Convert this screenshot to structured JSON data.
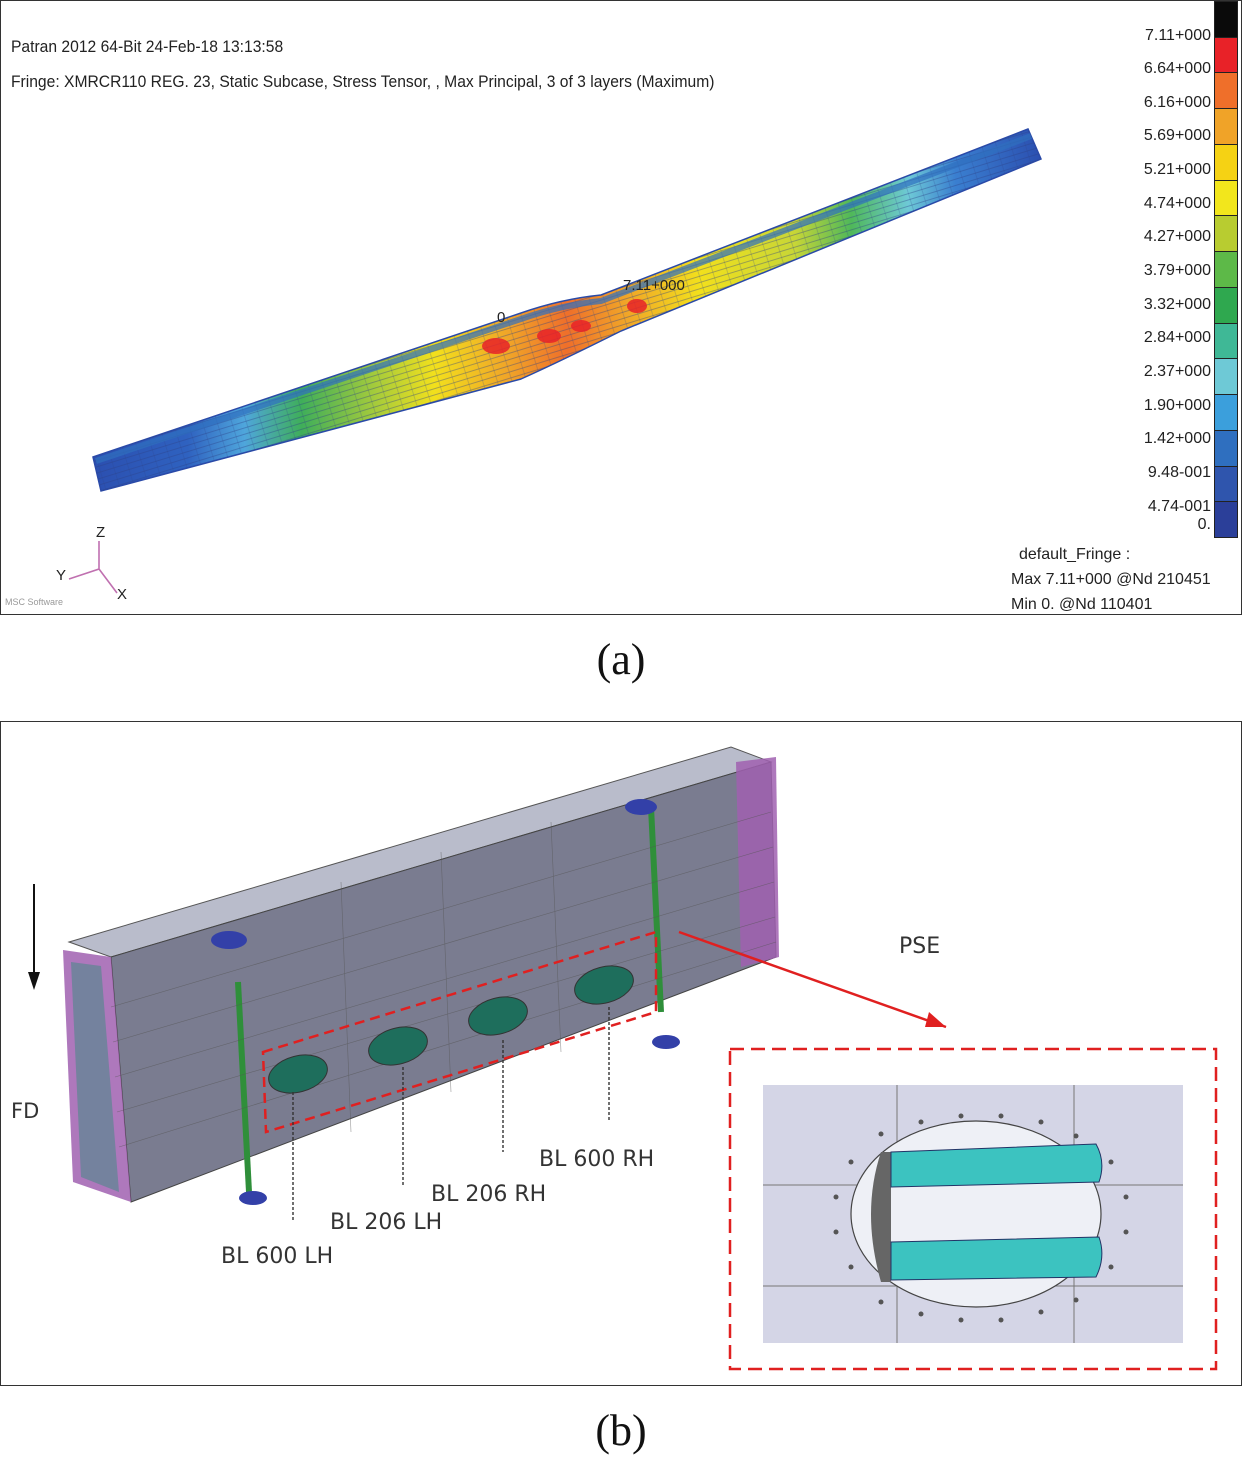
{
  "figure_a": {
    "caption": "(a)",
    "header_line1": "Patran 2012 64-Bit 24-Feb-18 13:13:58",
    "header_line2": "Fringe: XMRCR110  REG.  23, Static Subcase, Stress Tensor, , Max Principal, 3 of 3 layers (Maximum)",
    "model_labels": {
      "min_marker": "0",
      "max_marker": "7.11+000"
    },
    "legend": {
      "values": [
        "7.11+000",
        "6.64+000",
        "6.16+000",
        "5.69+000",
        "5.21+000",
        "4.74+000",
        "4.27+000",
        "3.79+000",
        "3.32+000",
        "2.84+000",
        "2.37+000",
        "1.90+000",
        "1.42+000",
        "9.48-001",
        "4.74-001",
        "0."
      ],
      "colors": [
        "#0a0a0a",
        "#e82228",
        "#ef6f2a",
        "#f0a328",
        "#f5d214",
        "#f2e61c",
        "#b8cc30",
        "#5db948",
        "#2fa84f",
        "#3fb896",
        "#6ec9d6",
        "#3b9fdc",
        "#2f6fbf",
        "#2f55ad",
        "#2b3f99"
      ]
    },
    "stats": {
      "title": "default_Fringe :",
      "max": "Max 7.11+000 @Nd 210451",
      "min": "Min  0. @Nd 110401"
    },
    "axes": {
      "z": "Z",
      "y": "Y",
      "x": "X"
    },
    "watermark": "MSC Software"
  },
  "figure_b": {
    "caption": "(b)",
    "direction_label": "FD",
    "callout_label": "PSE",
    "station_labels": [
      "BL 600 LH",
      "BL 206 LH",
      "BL 206 RH",
      "BL 600 RH"
    ]
  }
}
